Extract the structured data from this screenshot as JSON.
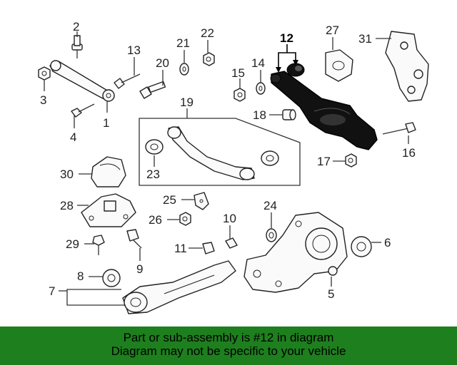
{
  "callouts": {
    "c1": "1",
    "c2": "2",
    "c3": "3",
    "c4": "4",
    "c5": "5",
    "c6": "6",
    "c7": "7",
    "c8": "8",
    "c9": "9",
    "c10": "10",
    "c11": "11",
    "c12": "12",
    "c13": "13",
    "c14": "14",
    "c15": "15",
    "c16": "16",
    "c17": "17",
    "c18": "18",
    "c19": "19",
    "c20": "20",
    "c21": "21",
    "c22": "22",
    "c23": "23",
    "c24": "24",
    "c25": "25",
    "c26": "26",
    "c27": "27",
    "c28": "28",
    "c29": "29",
    "c30": "30",
    "c31": "31"
  },
  "highlight_part": "12",
  "highlight_color": "#000000",
  "banner": {
    "line1": "Part or sub-assembly is #12 in diagram",
    "line2": "Diagram may not be specific to your vehicle",
    "color": "#1e7f1e"
  }
}
